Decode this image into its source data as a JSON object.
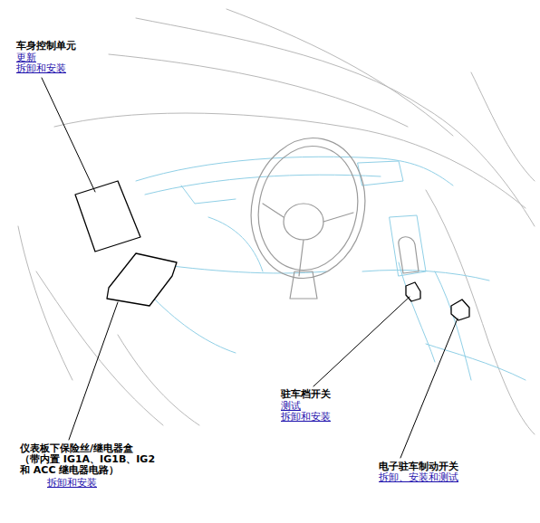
{
  "diagram": {
    "labels": [
      "车身控制单元",
      "更新",
      "拆卸和安装",
      "仪表板下保险丝/继电器盒",
      "（带内置 IG1A、IG1B、IG2 和 ACC 继电器电路）",
      "拆卸和安装",
      "驻车档开关",
      "测试",
      "拆卸和安装",
      "电子驻车制动开关",
      "拆卸、安装和测试"
    ]
  }
}
